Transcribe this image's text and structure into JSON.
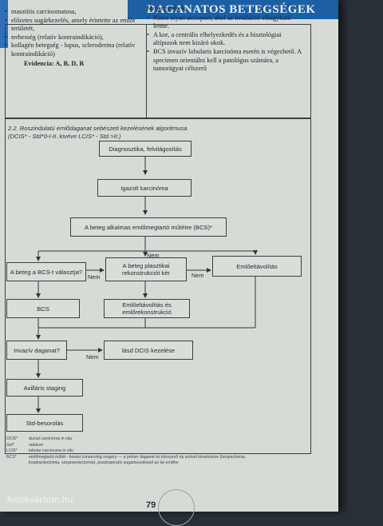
{
  "header": {
    "title": "DAGANATOS BETEGSÉGEK"
  },
  "left_list": [
    "masztitis carcinomatosa,",
    "előzetes sugárkezelés, amely érintette az emlőt területét,",
    "terhesség (relatív kontraindikáció),",
    "kollagén betegség - lupus, scleroderma (relatív kontraindikáció)"
  ],
  "evidence": "Evidencia: A, B, D, R",
  "remarks": {
    "title": "Megjegyzések:",
    "items": [
      "Nincs olyan alcsoport, ahol az irradiáció elhagyható lenne.",
      "A kor, a centrális elhelyezkedés és a hisztológiai altípusok nem kizáró okok.",
      "BCS invazív lobularis karcinóma esetén is végezhető. A specimen orientálni kell a patológus számára, a tumorágyat célszerű"
    ]
  },
  "flow": {
    "heading_line1": "2.2. Roszindulatú emlődaganat sebészeti kezelésének algoritmusa",
    "heading_line2": "(DCIS* - Std*0-I-II. kivéve LCIS* - Std >II.)",
    "box_diag": "Diagnosztika, felvilágosítás",
    "box_igazolt": "Igazolt karcinóma",
    "box_alkalmas": "A beteg alkalmas emlőmegtartó műtétre (BCS)*",
    "box_valasztja": "A beteg a BCS-t választja?",
    "box_plasztika": "A beteg plasztikai rekonstrukciót kér",
    "box_emloelt": "Emlőeltávolítás",
    "box_bcs": "BCS",
    "box_emloelt_rek": "Emlőeltávolítás és emlőrekonstrukció",
    "box_invaziv": "Invazív daganat?",
    "box_dcis": "lásd DCIS kezelése",
    "box_axillaris": "Axilláris staging",
    "box_std": "Std-besorolás",
    "label_nem1": "Nem",
    "label_nem2": "Nem",
    "label_nem3": "Nem",
    "label_nem4": "Nem"
  },
  "notes": [
    {
      "abbr": "DCIS*",
      "text": "ductal carcinoma in situ"
    },
    {
      "abbr": "Std*",
      "text": "stádium"
    },
    {
      "abbr": "LCIS*",
      "text": "lobular carcinoma in situ"
    },
    {
      "abbr": "BCS*",
      "text": "emlőmegtartó műtét - breast conserving surgery — a primer daganat és környező ép szövet kimetszése (lumpectomia,"
    },
    {
      "abbr": "",
      "text": "kvadrantectomia, szegmentectomia), posztoperatív sugárkezeléssel az ép emlőre"
    }
  ],
  "page_number": "79",
  "watermark": "Antikvárium.hu"
}
